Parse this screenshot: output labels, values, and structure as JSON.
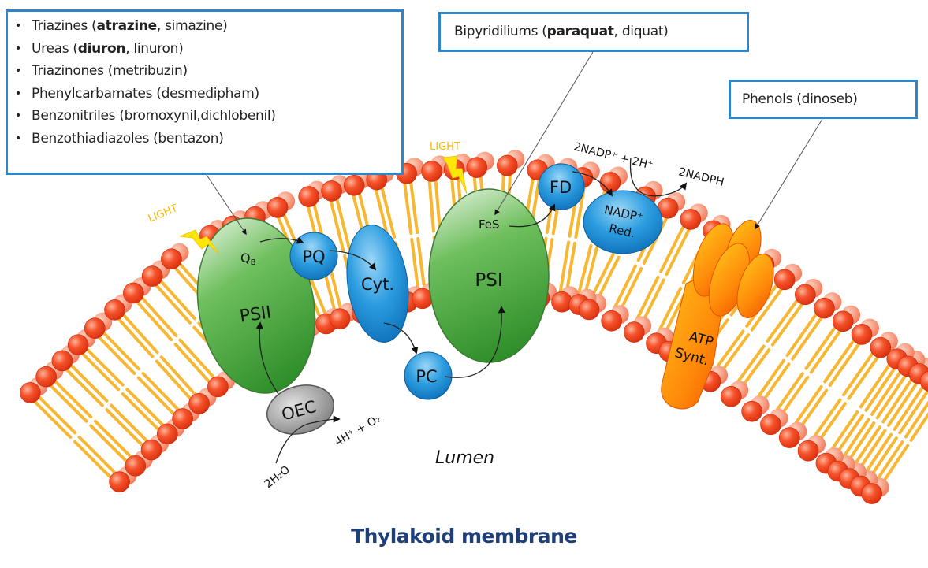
{
  "diagram": {
    "title": "Thylakoid membrane",
    "region_label": "Lumen",
    "inhibitor_boxes": {
      "psii": {
        "items": [
          {
            "prefix": "Triazines (",
            "bold": "atrazine",
            "suffix": ", simazine)"
          },
          {
            "prefix": "Ureas (",
            "bold": "diuron",
            "suffix": ", linuron)"
          },
          {
            "prefix": "Triazinones (metribuzin)",
            "bold": "",
            "suffix": ""
          },
          {
            "prefix": "Phenylcarbamates (desmedipham)",
            "bold": "",
            "suffix": ""
          },
          {
            "prefix": "Benzonitriles (bromoxynil,dichlobenil)",
            "bold": "",
            "suffix": ""
          },
          {
            "prefix": "Benzothiadiazoles (bentazon)",
            "bold": "",
            "suffix": ""
          }
        ],
        "target": "QB"
      },
      "psi": {
        "prefix": "Bipyridiliums (",
        "bold": "paraquat",
        "suffix": ", diquat)",
        "target": "FeS"
      },
      "atp": {
        "text": "Phenols (dinoseb)",
        "target": "ATP Synt."
      }
    },
    "light_labels": [
      "LIGHT",
      "LIGHT"
    ],
    "complexes": {
      "psii": "PSII",
      "qb": "Q",
      "qb_sub": "B",
      "pq": "PQ",
      "cyt": "Cyt.",
      "pc": "PC",
      "psi": "PSI",
      "fes": "FeS",
      "fd": "FD",
      "nadp_red_line1": "NADP⁺",
      "nadp_red_line2": "Red.",
      "atp_line1": "ATP",
      "atp_line2": "Synt.",
      "oec": "OEC"
    },
    "reactions": {
      "water": "2H₂O",
      "oxygen": "4H⁺ + O₂",
      "nadp_in": "2NADP⁺ + 2H⁺",
      "nadph_out": "2NADPH"
    },
    "bullet": "•"
  }
}
